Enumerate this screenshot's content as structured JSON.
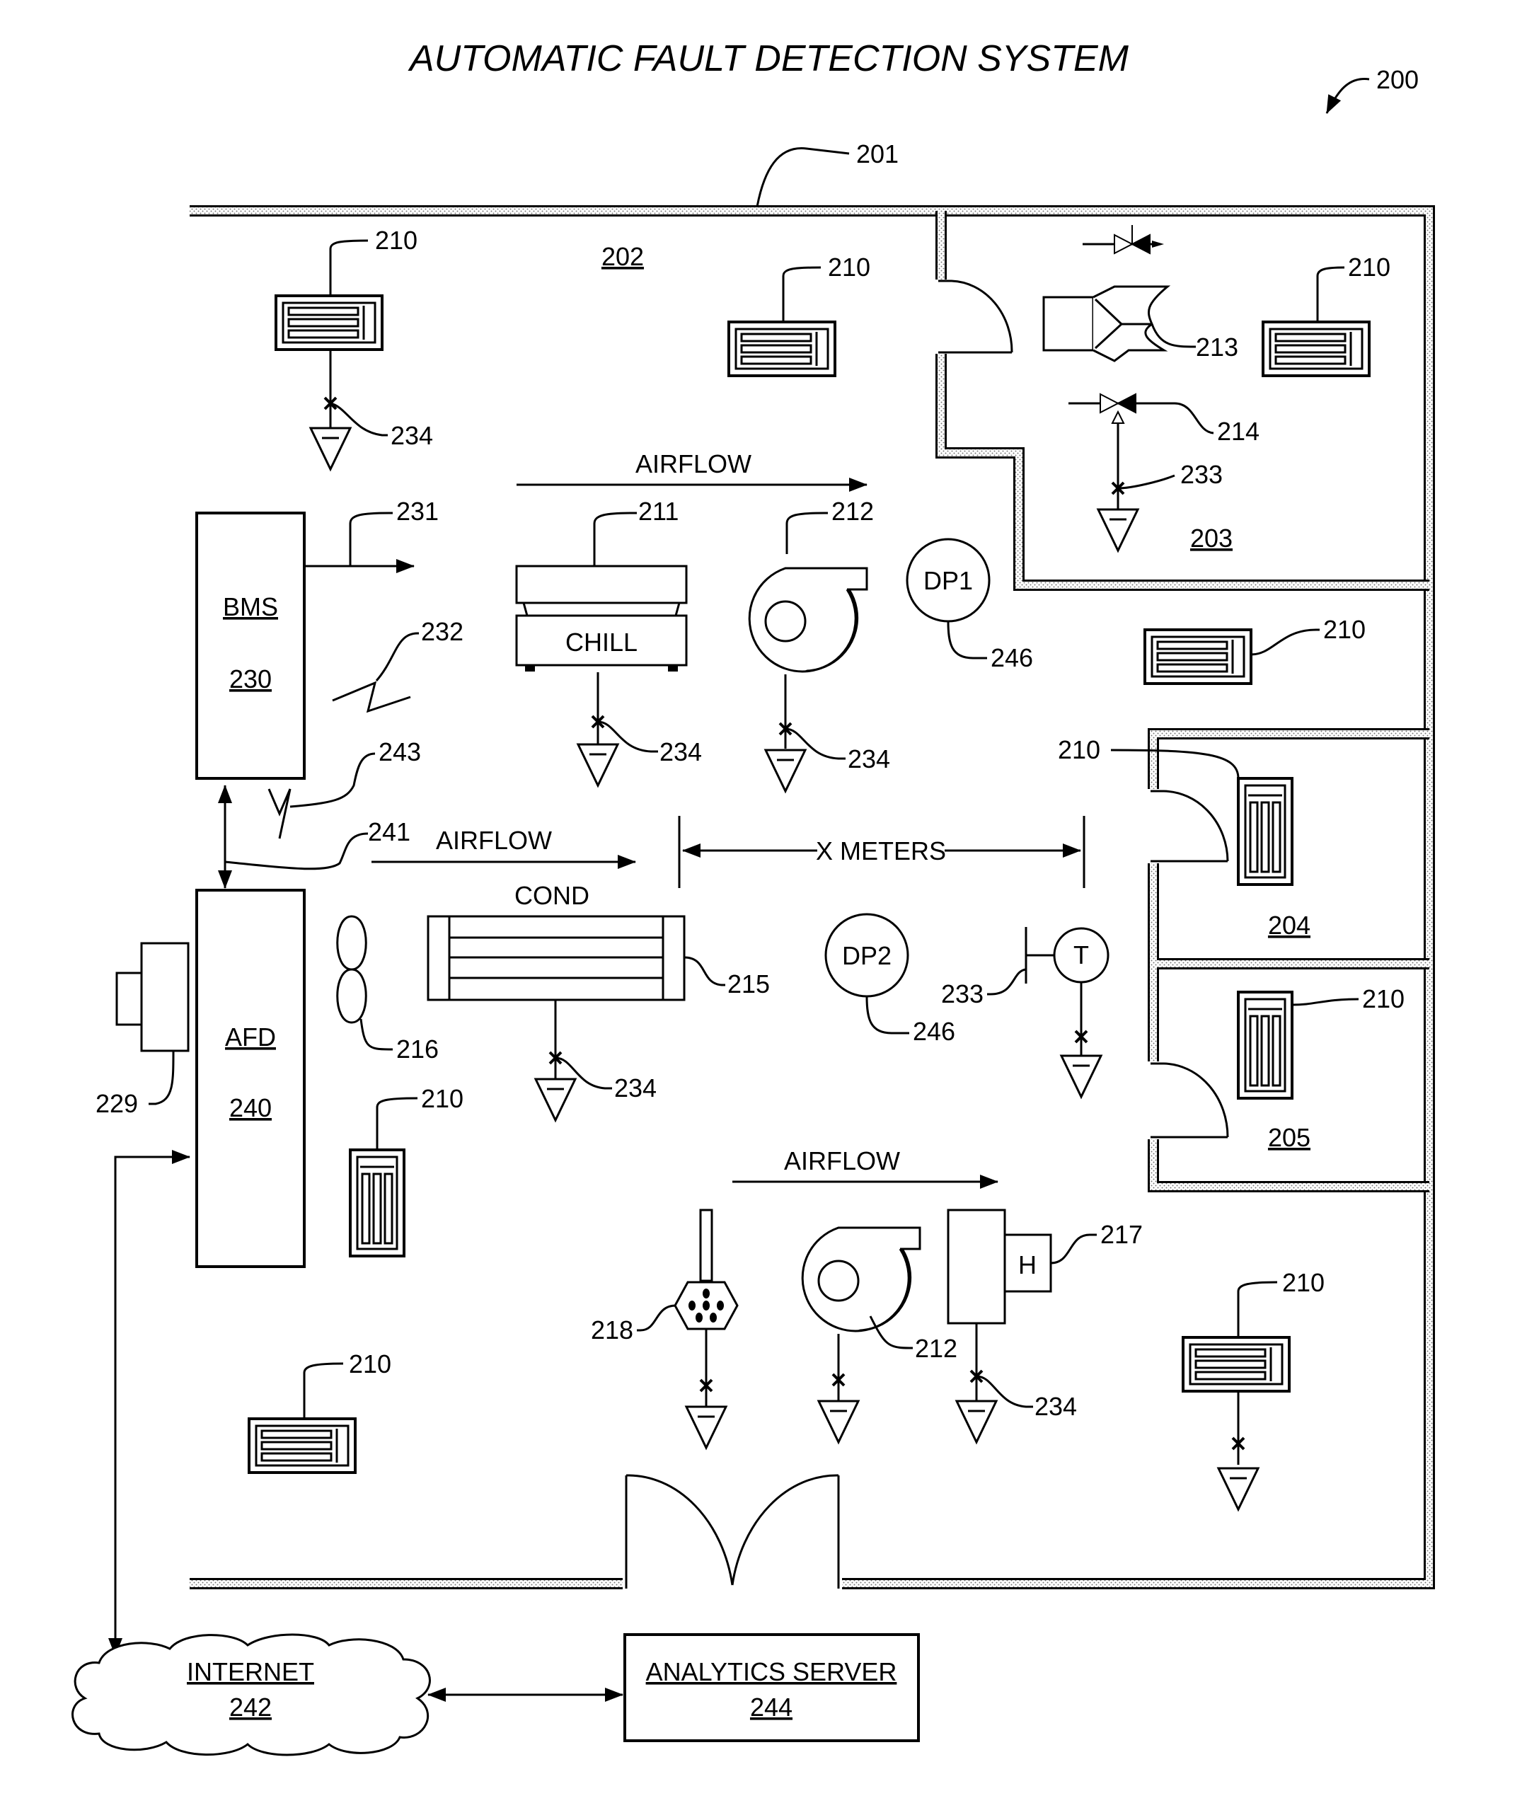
{
  "title": "AUTOMATIC FAULT DETECTION SYSTEM",
  "figure_ref": "200",
  "building_ref": "201",
  "rooms": {
    "main": "202",
    "r203": "203",
    "r204": "204",
    "r205": "205"
  },
  "blocks": {
    "bms": {
      "name": "BMS",
      "ref": "230"
    },
    "afd": {
      "name": "AFD",
      "ref": "240"
    },
    "internet": {
      "name": "INTERNET",
      "ref": "242"
    },
    "analytics": {
      "name": "ANALYTICS SERVER",
      "ref": "244"
    }
  },
  "labels": {
    "airflow": "AIRFLOW",
    "chill": "CHILL",
    "cond": "COND",
    "x_meters": "X METERS",
    "dp1": "DP1",
    "dp2": "DP2",
    "t": "T",
    "h": "H"
  },
  "refs": {
    "vent": "210",
    "chiller": "211",
    "fan": "212",
    "damper": "213",
    "valve": "214",
    "condenser": "215",
    "fan_blade": "216",
    "heater": "217",
    "humidifier": "218",
    "device229": "229",
    "link231": "231",
    "link232": "232",
    "sensor233": "233",
    "sensor234": "234",
    "link241": "241",
    "link243": "243",
    "dp": "246"
  }
}
